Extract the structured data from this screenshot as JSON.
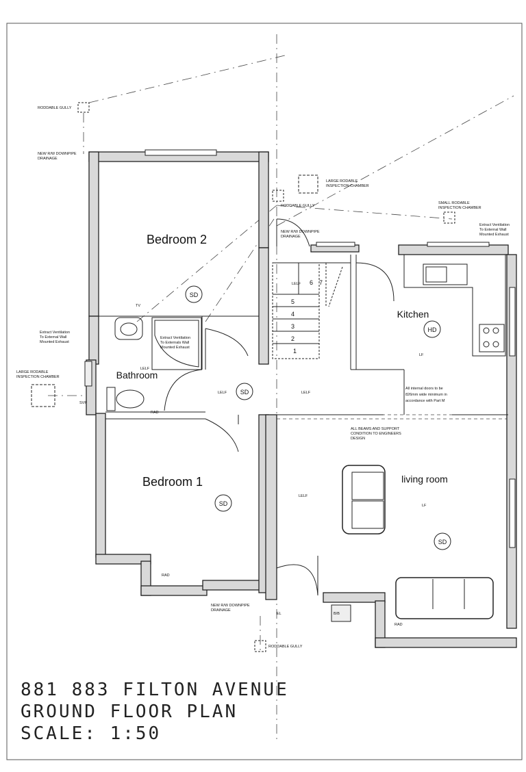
{
  "rooms": {
    "bedroom2": "Bedroom 2",
    "bedroom1": "Bedroom 1",
    "bathroom": "Bathroom",
    "kitchen": "Kitchen",
    "living": "living room"
  },
  "symbols": {
    "sd": "SD",
    "hd": "HD",
    "lelf": "LELF",
    "lf": "LF",
    "svp": "SVP",
    "tv": "TV",
    "el": "EL"
  },
  "stairs": [
    "1",
    "2",
    "3",
    "4",
    "5",
    "6",
    "7"
  ],
  "notes": {
    "rodable_gully_top": "RODDABLE GULLY",
    "new_rw_downpipe_top": "NEW R/W DOWNPIPE",
    "drainage_top": "DRAINAGE",
    "large_chamber_top": "LARGE RODABLE",
    "large_chamber_top2": "INSPECTION CHAMBER",
    "rodable_gully_mid": "RODDABLE GULLY",
    "new_rw_downpipe_mid": "NEW R/W DOWNPIPE",
    "drainage_mid": "DRAINAGE",
    "small_chamber": "SMALL RODABLE",
    "small_chamber2": "INSPECTION CHAMBER",
    "extract_kitchen1": "Extract Ventilation",
    "extract_kitchen2": "To External Wall",
    "extract_kitchen3": "Mounted Exhaust",
    "extract_bath1": "Extract Ventilation",
    "extract_bath2": "To External Wall",
    "extract_bath3": "Mounted Exhaust",
    "extract_shower1": "Extract Ventilation",
    "extract_shower2": "To Externals Wall",
    "extract_shower3": "Mounted Exhaust",
    "large_chamber_left": "LARGE RODABLE",
    "large_chamber_left2": "INSPECTION CHAMBER",
    "doors1": "All internal doors to be",
    "doors2": "826mm wide minimum in",
    "doors3": "accordance with Part M",
    "beams1": "ALL BEAMS AND SUPPORT",
    "beams2": "CONDITION TO ENGINEERS",
    "beams3": "DESIGN",
    "new_rw_downpipe_bottom": "NEW R/W DOWNPIPE",
    "drainage_bottom": "DRAINAGE",
    "rodable_gully_bottom": "RODDABLE GULLY",
    "rad1": "RAD",
    "rad2": "RAD",
    "rad3": "RAD",
    "cupboard": "B/B"
  },
  "title": {
    "line1": "881 883 FILTON AVENUE",
    "line2": "GROUND FLOOR PLAN",
    "line3": "SCALE: 1:50"
  }
}
